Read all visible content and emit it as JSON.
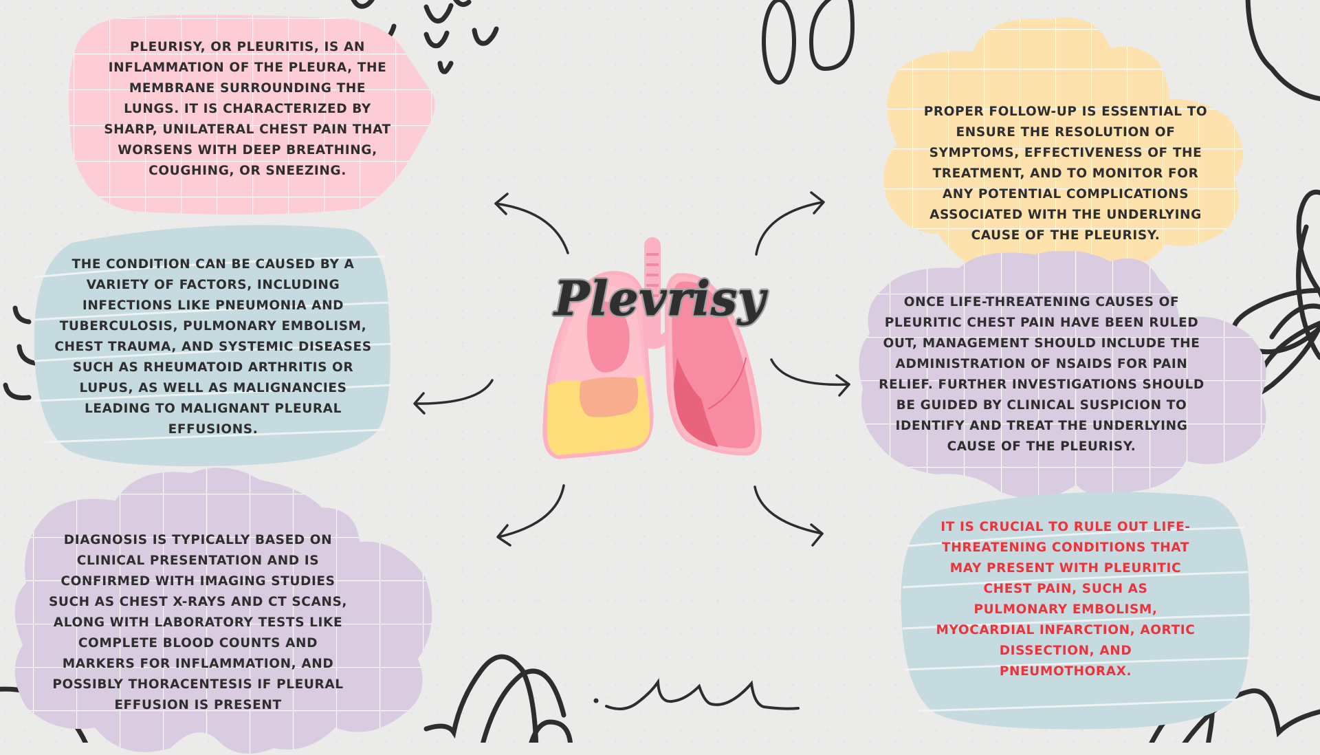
{
  "title": "Plevrisy",
  "colors": {
    "background": "#ebebea",
    "pink_card": "#fdcdd6",
    "blue_card": "#c5dbe0",
    "purple_card": "#d9cce1",
    "yellow_card": "#fde2ad",
    "text_dark": "#2e2e2e",
    "text_red": "#f0313a",
    "lung_pink": "#f78ba1",
    "lung_yellow": "#fddd7a",
    "doodle": "#2d2d2d"
  },
  "cards": [
    {
      "id": "definition",
      "position": "top-left",
      "color": "pink",
      "text": "Pleurisy, or pleuritis, is an inflammation of the pleura, the membrane surrounding the lungs. It is characterized by sharp, unilateral chest pain that worsens with deep breathing, coughing, or sneezing."
    },
    {
      "id": "causes",
      "position": "middle-left",
      "color": "blue",
      "text": "The condition can be caused by a variety of factors, including infections like pneumonia and tuberculosis, pulmonary embolism, chest trauma, and systemic diseases such as rheumatoid arthritis or lupus, as well as malignancies leading to malignant pleural effusions."
    },
    {
      "id": "diagnosis",
      "position": "bottom-left",
      "color": "purple",
      "text": "Diagnosis is typically based on clinical presentation and is confirmed with imaging studies such as chest X-rays and CT scans, along with laboratory tests like complete blood counts and markers for inflammation, and possibly thoracentesis if pleural effusion is present"
    },
    {
      "id": "follow-up",
      "position": "top-right",
      "color": "yellow",
      "text": "Proper follow-up is essential to ensure the resolution of symptoms, effectiveness of the treatment, and to monitor for any potential complications associated with the underlying cause of the pleurisy."
    },
    {
      "id": "management",
      "position": "middle-right",
      "color": "purple",
      "text": "Once life-threatening causes of pleuritic chest pain have been ruled out, management should include the administration of NSAIDs for pain relief. Further investigations should be guided by clinical suspicion to identify and treat the underlying cause of the pleurisy."
    },
    {
      "id": "rule-out",
      "position": "bottom-right",
      "color": "blue",
      "highlight": true,
      "text": "It is crucial to rule out life-threatening conditions that may present with pleuritic chest pain, such as pulmonary embolism, myocardial infarction, aortic dissection, and pneumothorax."
    }
  ],
  "icons": {
    "center": "lungs-illustration",
    "connectors": "curved-arrow"
  }
}
